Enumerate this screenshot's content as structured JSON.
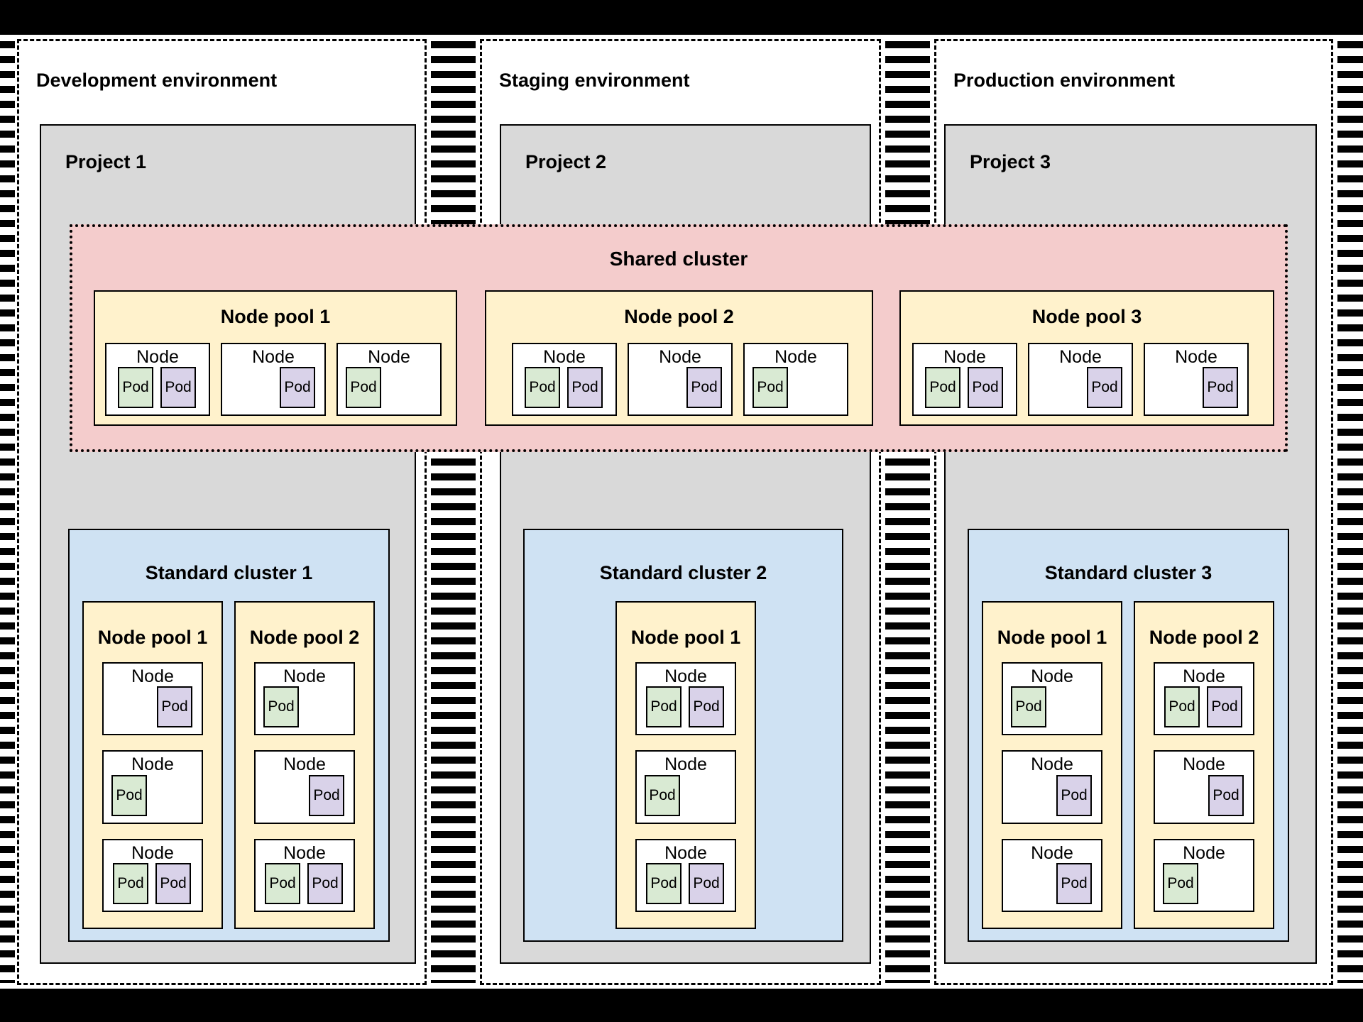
{
  "palette": {
    "background": "#000000",
    "canvas": "#ffffff",
    "project_fill": "#d9d9d9",
    "shared_cluster_fill": "#f4cccc",
    "standard_cluster_fill": "#cfe2f3",
    "node_pool_fill": "#fff2cc",
    "node_fill": "#ffffff",
    "pod_green": "#d9ead3",
    "pod_purple": "#d9d2e9",
    "border": "#000000"
  },
  "shared_cluster": {
    "title": "Shared cluster",
    "node_pools": [
      {
        "title": "Node pool 1",
        "nodes": [
          {
            "label": "Node",
            "align": "pair",
            "pods": [
              {
                "label": "Pod",
                "color": "pod_green"
              },
              {
                "label": "Pod",
                "color": "pod_purple"
              }
            ]
          },
          {
            "label": "Node",
            "align": "right",
            "pods": [
              {
                "label": "Pod",
                "color": "pod_purple"
              }
            ]
          },
          {
            "label": "Node",
            "align": "left",
            "pods": [
              {
                "label": "Pod",
                "color": "pod_green"
              }
            ]
          }
        ]
      },
      {
        "title": "Node pool 2",
        "nodes": [
          {
            "label": "Node",
            "align": "pair",
            "pods": [
              {
                "label": "Pod",
                "color": "pod_green"
              },
              {
                "label": "Pod",
                "color": "pod_purple"
              }
            ]
          },
          {
            "label": "Node",
            "align": "right",
            "pods": [
              {
                "label": "Pod",
                "color": "pod_purple"
              }
            ]
          },
          {
            "label": "Node",
            "align": "left",
            "pods": [
              {
                "label": "Pod",
                "color": "pod_green"
              }
            ]
          }
        ]
      },
      {
        "title": "Node pool 3",
        "nodes": [
          {
            "label": "Node",
            "align": "pair",
            "pods": [
              {
                "label": "Pod",
                "color": "pod_green"
              },
              {
                "label": "Pod",
                "color": "pod_purple"
              }
            ]
          },
          {
            "label": "Node",
            "align": "right",
            "pods": [
              {
                "label": "Pod",
                "color": "pod_purple"
              }
            ]
          },
          {
            "label": "Node",
            "align": "right",
            "pods": [
              {
                "label": "Pod",
                "color": "pod_purple"
              }
            ]
          }
        ]
      }
    ]
  },
  "environments": [
    {
      "title": "Development environment",
      "project": {
        "title": "Project 1",
        "cluster": {
          "title": "Standard cluster 1",
          "node_pools": [
            {
              "title": "Node pool 1",
              "nodes": [
                {
                  "label": "Node",
                  "align": "right",
                  "pods": [
                    {
                      "label": "Pod",
                      "color": "pod_purple"
                    }
                  ]
                },
                {
                  "label": "Node",
                  "align": "left",
                  "pods": [
                    {
                      "label": "Pod",
                      "color": "pod_green"
                    }
                  ]
                },
                {
                  "label": "Node",
                  "align": "pair",
                  "pods": [
                    {
                      "label": "Pod",
                      "color": "pod_green"
                    },
                    {
                      "label": "Pod",
                      "color": "pod_purple"
                    }
                  ]
                }
              ]
            },
            {
              "title": "Node pool 2",
              "nodes": [
                {
                  "label": "Node",
                  "align": "left",
                  "pods": [
                    {
                      "label": "Pod",
                      "color": "pod_green"
                    }
                  ]
                },
                {
                  "label": "Node",
                  "align": "right",
                  "pods": [
                    {
                      "label": "Pod",
                      "color": "pod_purple"
                    }
                  ]
                },
                {
                  "label": "Node",
                  "align": "pair",
                  "pods": [
                    {
                      "label": "Pod",
                      "color": "pod_green"
                    },
                    {
                      "label": "Pod",
                      "color": "pod_purple"
                    }
                  ]
                }
              ]
            }
          ]
        }
      }
    },
    {
      "title": "Staging environment",
      "project": {
        "title": "Project 2",
        "cluster": {
          "title": "Standard cluster 2",
          "node_pools": [
            {
              "title": "Node pool 1",
              "nodes": [
                {
                  "label": "Node",
                  "align": "pair",
                  "pods": [
                    {
                      "label": "Pod",
                      "color": "pod_green"
                    },
                    {
                      "label": "Pod",
                      "color": "pod_purple"
                    }
                  ]
                },
                {
                  "label": "Node",
                  "align": "left",
                  "pods": [
                    {
                      "label": "Pod",
                      "color": "pod_green"
                    }
                  ]
                },
                {
                  "label": "Node",
                  "align": "pair",
                  "pods": [
                    {
                      "label": "Pod",
                      "color": "pod_green"
                    },
                    {
                      "label": "Pod",
                      "color": "pod_purple"
                    }
                  ]
                }
              ]
            }
          ]
        }
      }
    },
    {
      "title": "Production environment",
      "project": {
        "title": "Project 3",
        "cluster": {
          "title": "Standard cluster 3",
          "node_pools": [
            {
              "title": "Node pool 1",
              "nodes": [
                {
                  "label": "Node",
                  "align": "left",
                  "pods": [
                    {
                      "label": "Pod",
                      "color": "pod_green"
                    }
                  ]
                },
                {
                  "label": "Node",
                  "align": "right",
                  "pods": [
                    {
                      "label": "Pod",
                      "color": "pod_purple"
                    }
                  ]
                },
                {
                  "label": "Node",
                  "align": "right",
                  "pods": [
                    {
                      "label": "Pod",
                      "color": "pod_purple"
                    }
                  ]
                }
              ]
            },
            {
              "title": "Node pool 2",
              "nodes": [
                {
                  "label": "Node",
                  "align": "pair",
                  "pods": [
                    {
                      "label": "Pod",
                      "color": "pod_green"
                    },
                    {
                      "label": "Pod",
                      "color": "pod_purple"
                    }
                  ]
                },
                {
                  "label": "Node",
                  "align": "right",
                  "pods": [
                    {
                      "label": "Pod",
                      "color": "pod_purple"
                    }
                  ]
                },
                {
                  "label": "Node",
                  "align": "left",
                  "pods": [
                    {
                      "label": "Pod",
                      "color": "pod_green"
                    }
                  ]
                }
              ]
            }
          ]
        }
      }
    }
  ]
}
